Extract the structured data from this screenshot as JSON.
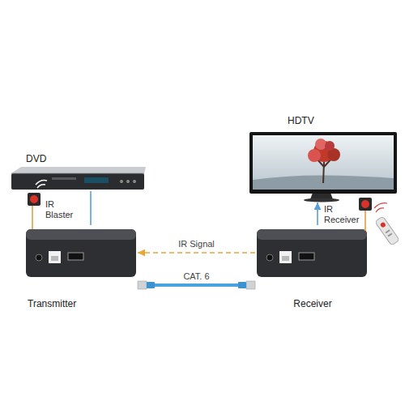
{
  "diagram": {
    "nodes": [
      {
        "text": [
          "HDTV"
        ]
      },
      {
        "text": [
          "DVD"
        ]
      },
      {
        "text": [
          "Transmitter"
        ]
      },
      {
        "text": [
          "Receiver"
        ]
      }
    ],
    "edges": [
      {
        "from": 1,
        "to": 2,
        "arrow": "none"
      },
      {
        "from": 3,
        "to": 0,
        "arrow": "to"
      },
      {
        "from": 3,
        "to": 2,
        "label": "IR Signal",
        "arrow": "to"
      },
      {
        "from": 2,
        "to": 3,
        "label": "CAT. 6",
        "arrow": "none"
      }
    ],
    "labels": [
      "IR Blaster",
      "IR Receiver"
    ]
  }
}
